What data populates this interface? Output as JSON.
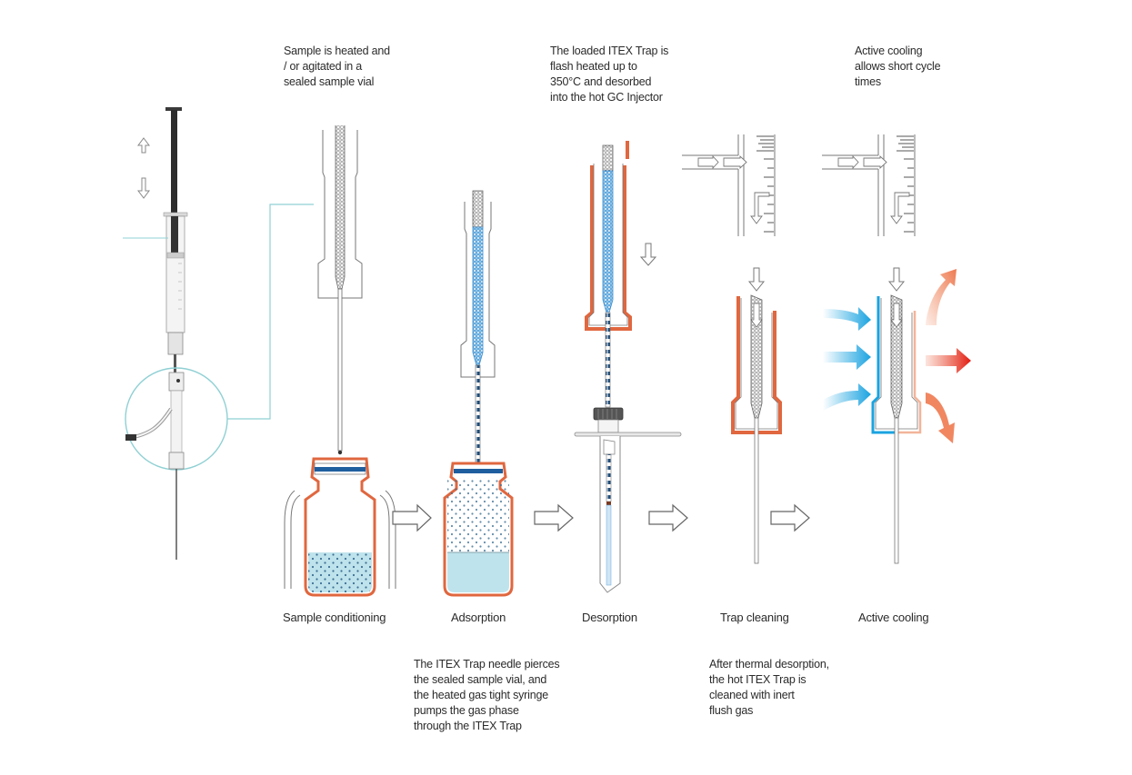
{
  "title": "ITEX Trap extraction cycle",
  "notes": {
    "sample_conditioning": "Sample is heated and\n/ or agitated in a\nsealed sample vial",
    "desorption": "The loaded ITEX Trap is\n flash heated up to\n350°C and desorbed\ninto the hot GC Injector",
    "active_cooling": "Active cooling\nallows short cycle\ntimes",
    "adsorption": "The ITEX Trap needle pierces\nthe sealed sample vial, and\nthe heated gas tight syringe\npumps the gas phase\nthrough the ITEX Trap",
    "trap_cleaning": "After thermal desorption,\nthe hot ITEX Trap is\ncleaned with inert\nflush gas"
  },
  "stages": [
    {
      "id": "sample-conditioning",
      "label": "Sample conditioning"
    },
    {
      "id": "adsorption",
      "label": "Adsorption"
    },
    {
      "id": "desorption",
      "label": "Desorption"
    },
    {
      "id": "trap-cleaning",
      "label": "Trap cleaning"
    },
    {
      "id": "active-cooling",
      "label": "Active cooling"
    }
  ],
  "colors": {
    "heater": "#e0673f",
    "sorbent_blue": "#5aa7dc",
    "liquid": "#bfe3ec",
    "septum": "#1f5e9e",
    "callout_line": "#8fd0d4",
    "cool_air": "#1aa3e0",
    "hot_air": "#e8502a",
    "outline": "#6a6a6a"
  }
}
